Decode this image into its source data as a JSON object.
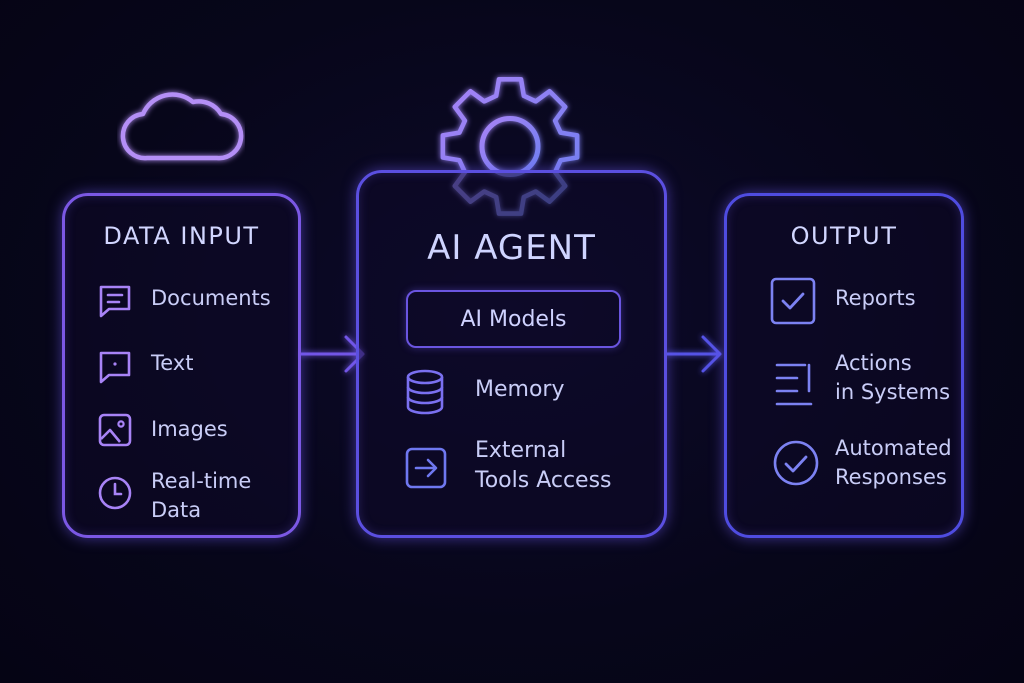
{
  "panels": {
    "input": {
      "title": "DATA INPUT",
      "items": [
        {
          "label": "Documents",
          "icon": "document-chat-icon"
        },
        {
          "label": "Text",
          "icon": "text-chat-icon"
        },
        {
          "label": "Images",
          "icon": "image-icon"
        },
        {
          "label_line1": "Real-time",
          "label_line2": "Data",
          "icon": "clock-icon"
        }
      ]
    },
    "agent": {
      "title": "AI AGENT",
      "models": "AI Models",
      "items": [
        {
          "label": "Memory",
          "icon": "database-icon"
        },
        {
          "label_line1": "External",
          "label_line2": "Tools Access",
          "icon": "arrow-box-icon"
        }
      ]
    },
    "output": {
      "title": "OUTPUT",
      "items": [
        {
          "label": "Reports",
          "icon": "checkbox-icon"
        },
        {
          "label_line1": "Actions",
          "label_line2": "in Systems",
          "icon": "list-icon"
        },
        {
          "label_line1": "Automated",
          "label_line2": "Responses",
          "icon": "check-circle-icon"
        }
      ]
    }
  },
  "decor": {
    "cloud": "cloud-icon",
    "gear": "gear-icon",
    "colors": {
      "purple": "#9b7cf5",
      "indigo": "#5b4fe0",
      "blue": "#5566ee",
      "text": "#cfd2ff"
    }
  }
}
